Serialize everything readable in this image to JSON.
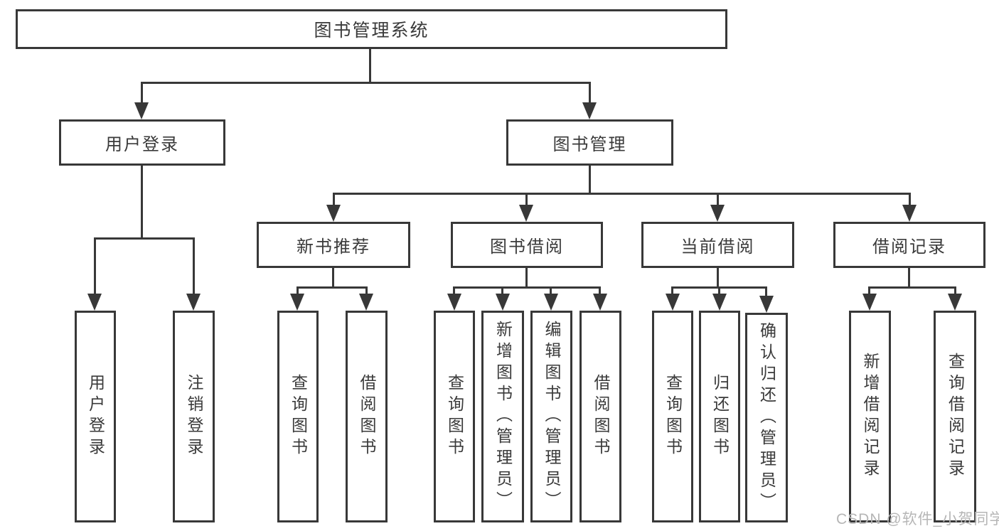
{
  "diagram": {
    "title": "图书管理系统",
    "branches": {
      "user_login": {
        "label": "用户登录",
        "children": [
          "用户登录",
          "注销登录"
        ]
      },
      "book_management": {
        "label": "图书管理",
        "sections": [
          {
            "label": "新书推荐",
            "children": [
              "查询图书",
              "借阅图书"
            ]
          },
          {
            "label": "图书借阅",
            "children": [
              "查询图书",
              "新增图书（管理员）",
              "编辑图书（管理员）",
              "借阅图书"
            ]
          },
          {
            "label": "当前借阅",
            "children": [
              "查询图书",
              "归还图书",
              "确认归还（管理员）"
            ]
          },
          {
            "label": "借阅记录",
            "children": [
              "新增借阅记录",
              "查询借阅记录"
            ]
          }
        ]
      }
    },
    "colors": {
      "line": "#383838",
      "text": "#3a3a3a",
      "background": "#ffffff",
      "watermark": "#b6b6b6"
    },
    "watermark": "CSDN @软件_小贺同学"
  }
}
